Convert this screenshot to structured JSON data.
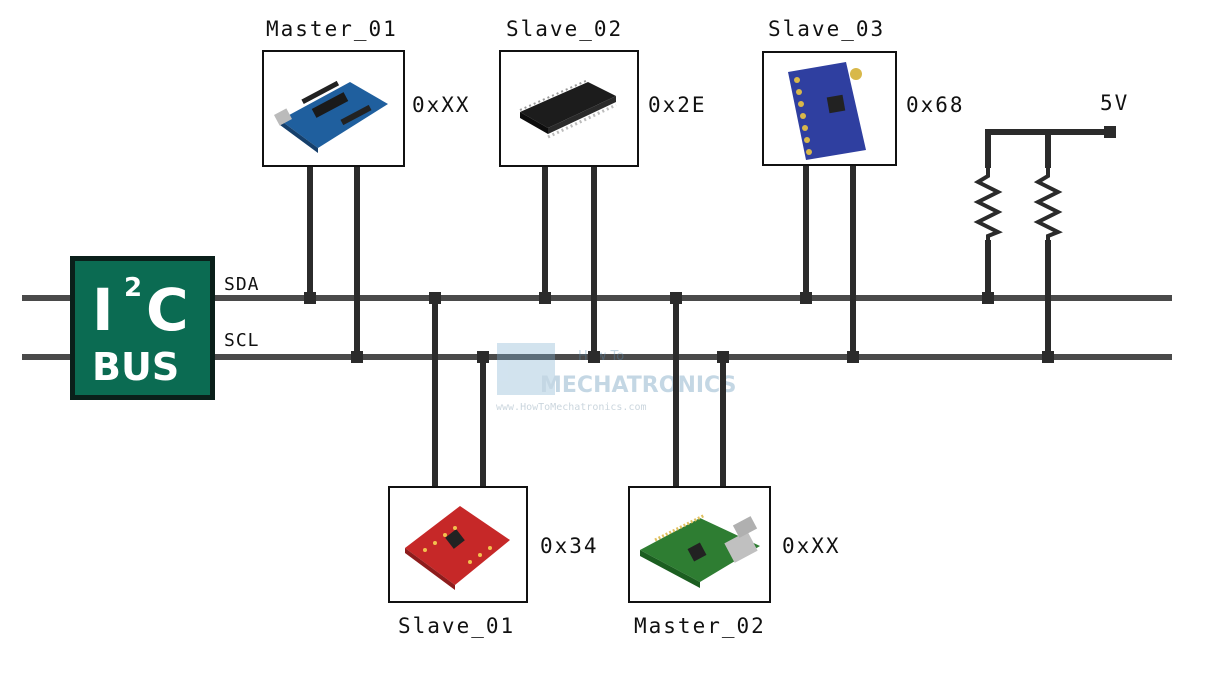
{
  "logo": {
    "line1": "I",
    "sup": "2",
    "line1b": "C",
    "line2": "BUS",
    "bg": "#0b6b52",
    "border": "#0a1f1a"
  },
  "bus": {
    "sda": "SDA",
    "scl": "SCL"
  },
  "supply": {
    "label": "5V"
  },
  "devices": {
    "master_01": {
      "name": "Master_01",
      "addr": "0xXX"
    },
    "slave_02": {
      "name": "Slave_02",
      "addr": "0x2E"
    },
    "slave_03": {
      "name": "Slave_03",
      "addr": "0x68"
    },
    "slave_01": {
      "name": "Slave_01",
      "addr": "0x34"
    },
    "master_02": {
      "name": "Master_02",
      "addr": "0xXX"
    }
  },
  "watermark": {
    "line1": "How To",
    "line2": "MECHATRONICS",
    "url": "www.HowToMechatronics.com"
  }
}
